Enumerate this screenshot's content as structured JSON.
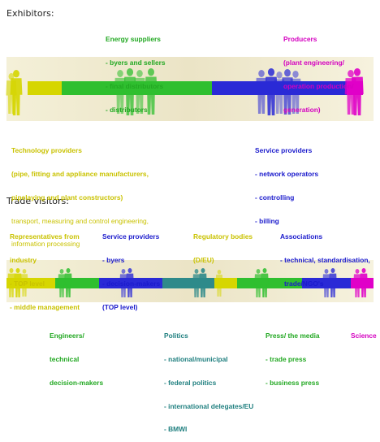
{
  "exhibitors": {
    "heading": "Exhibitors:",
    "energy": {
      "title": "Energy suppliers",
      "items": [
        "- byers and sellers",
        "- final distributors",
        "- distributors"
      ]
    },
    "producers": {
      "title": "Producers",
      "items": [
        "(plant engineering/",
        "operation production/",
        "generation)"
      ]
    },
    "technology": {
      "title": "Technology providers",
      "items": [
        "(pipe, fitting and appliance manufacturers,",
        "pipelaying and plant constructors)"
      ],
      "extra": [
        "transport, measuring and control engineering,",
        "information processing"
      ]
    },
    "service": {
      "title": "Service providers",
      "items": [
        "- network operators",
        "- controlling",
        "- billing"
      ]
    }
  },
  "visitors": {
    "heading": "Trade visitors:",
    "representatives": {
      "title": "Representatives from",
      "items": [
        "industry",
        "- TOP level",
        "- middle management"
      ]
    },
    "service": {
      "title": "Service providers",
      "items": [
        "- byers",
        "- decision-makers",
        "(TOP level)"
      ]
    },
    "regulatory": {
      "title": "Regulatory bodies",
      "items": [
        "(D/EU)"
      ]
    },
    "associations": {
      "title": "Associations",
      "items": [
        "- technical, standardisation,",
        "trade/NGO's"
      ]
    },
    "engineers": {
      "title": "Engineers/",
      "items": [
        "technical",
        "decision-makers"
      ]
    },
    "politics": {
      "title": "Politics",
      "items": [
        "- national/municipal",
        "- federal politics",
        "- international delegates/EU",
        "- BMWI"
      ]
    },
    "press": {
      "title": "Press/ the media",
      "items": [
        "- trade press",
        "- business press"
      ]
    },
    "science": {
      "title": "Science",
      "items": []
    }
  },
  "colors": {
    "yellow": "#d6d600",
    "green": "#2fbf2f",
    "blue": "#2a2ad6",
    "magenta": "#e000c8",
    "teal": "#2e8a8a",
    "yellow_text": "#c9c200",
    "green_text": "#22a822",
    "blue_text": "#1a1acc",
    "magenta_text": "#d400c0",
    "teal_text": "#1f7f7f"
  }
}
